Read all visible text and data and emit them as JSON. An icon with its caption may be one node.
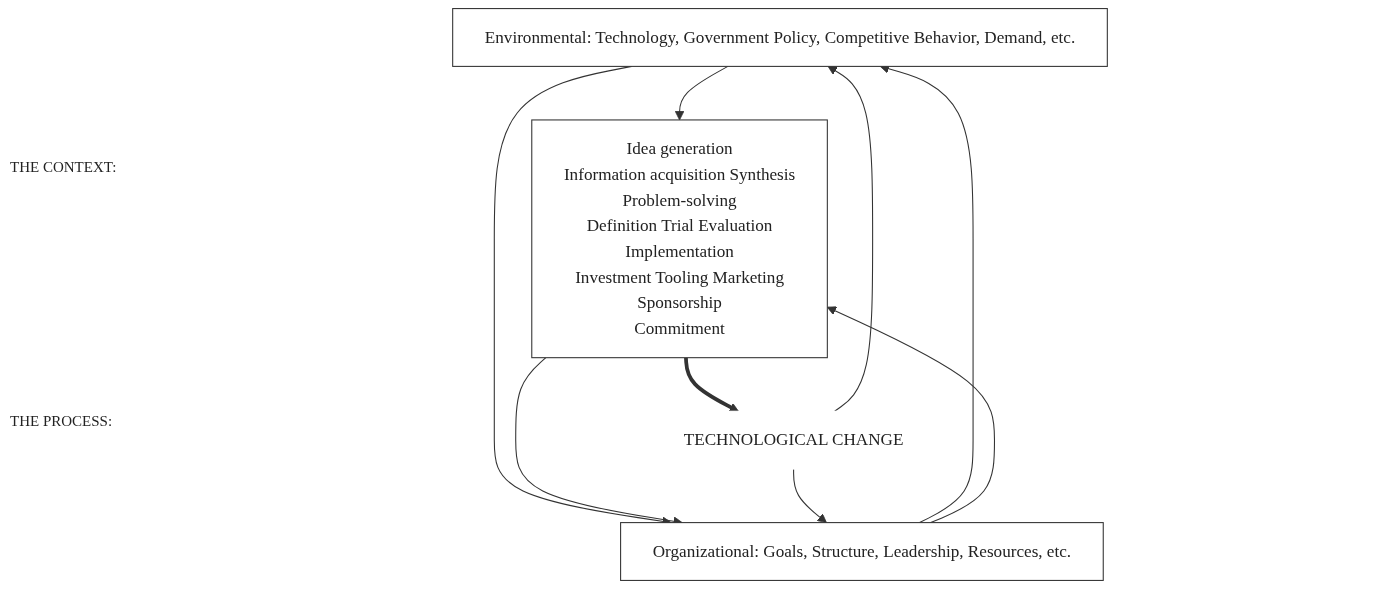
{
  "diagram": {
    "nodes": [
      {
        "text": [
          "Environmental: Technology, Government Policy, Competitive Behavior, Demand, etc."
        ]
      },
      {
        "text": [
          "Organizational: Goals, Structure, Leadership, Resources, etc."
        ]
      },
      {
        "text": [
          "Idea generation",
          "Information acquisition Synthesis",
          "Problem-solving",
          "Definition Trial Evaluation",
          "Implementation",
          "Investment Tooling Marketing",
          "Sponsorship",
          "Commitment"
        ]
      },
      {
        "text": [
          "TECHNOLOGICAL CHANGE"
        ]
      }
    ],
    "edges": [
      {
        "from": 0,
        "to": 2,
        "arrow": "to"
      },
      {
        "from": 1,
        "to": 0,
        "arrow": "to"
      },
      {
        "from": 0,
        "to": 1,
        "arrow": "to"
      },
      {
        "from": 2,
        "to": 1,
        "arrow": "to"
      },
      {
        "from": 1,
        "to": 2,
        "arrow": "to"
      },
      {
        "from": 2,
        "to": 3,
        "arrow": "to",
        "style": "thick"
      },
      {
        "from": 3,
        "to": 1,
        "arrow": "to"
      },
      {
        "from": 3,
        "to": 0,
        "arrow": "to"
      }
    ],
    "labels": [
      "THE CONTEXT:",
      "THE PROCESS:"
    ]
  }
}
